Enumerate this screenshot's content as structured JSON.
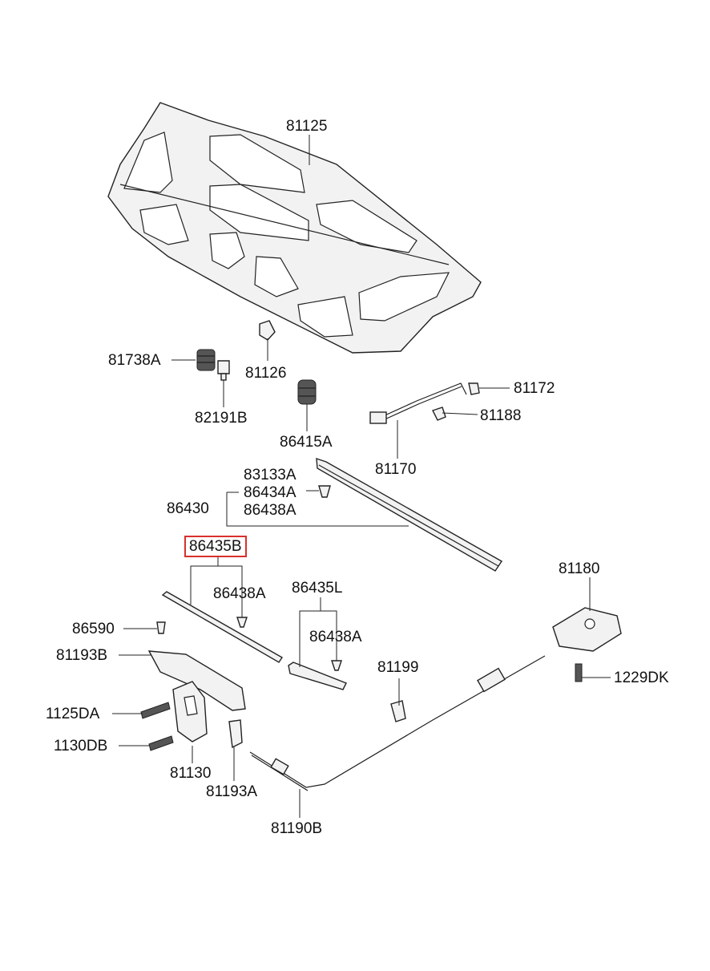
{
  "labels": {
    "p81125": "81125",
    "p81738A": "81738A",
    "p81126": "81126",
    "p82191B": "82191B",
    "p86415A": "86415A",
    "p81172": "81172",
    "p81188": "81188",
    "p81170": "81170",
    "p83133A": "83133A",
    "p86434A": "86434A",
    "p86430": "86430",
    "p86438A_1": "86438A",
    "p86435B": "86435B",
    "p86438A_2": "86438A",
    "p86435L": "86435L",
    "p86438A_3": "86438A",
    "p81180": "81180",
    "p86590": "86590",
    "p81193B": "81193B",
    "p81199": "81199",
    "p1229DK": "1229DK",
    "p1125DA": "1125DA",
    "p1130DB": "1130DB",
    "p81130": "81130",
    "p81193A": "81193A",
    "p81190B": "81190B"
  },
  "highlight": {
    "part": "86435B",
    "color": "#d9302c"
  }
}
